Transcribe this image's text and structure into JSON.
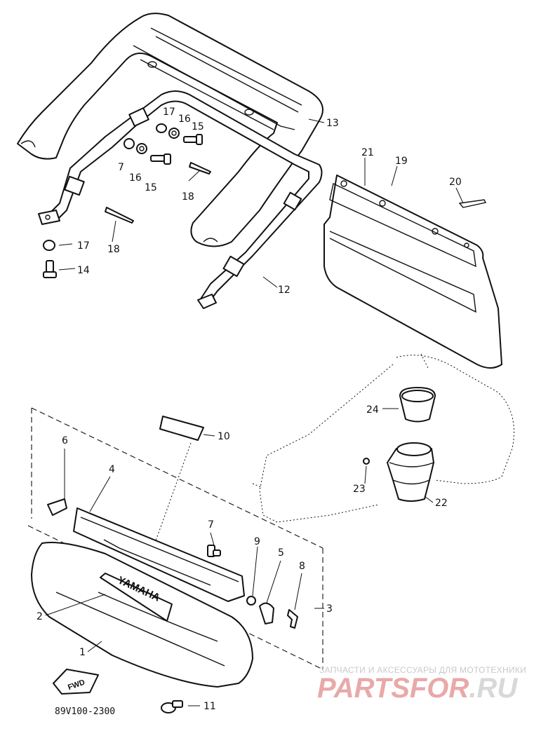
{
  "drawing_code": "89V100-2300",
  "parts": {
    "p1": "1",
    "p2": "2",
    "p3": "3",
    "p4": "4",
    "p5": "5",
    "p6": "6",
    "p7a": "7",
    "p7b": "7",
    "p8": "8",
    "p9": "9",
    "p10": "10",
    "p11": "11",
    "p12": "12",
    "p13": "13",
    "p14": "14",
    "p15a": "15",
    "p15b": "15",
    "p16a": "16",
    "p16b": "16",
    "p17a": "17",
    "p17b": "17",
    "p18a": "18",
    "p18b": "18",
    "p19": "19",
    "p20": "20",
    "p21": "21",
    "p22": "22",
    "p23": "23",
    "p24": "24"
  },
  "emblem_text": "YAMAHA",
  "fwd_text": "FWD",
  "watermark": {
    "tagline": "ЗАПЧАСТИ И АКСЕССУАРЫ ДЛЯ МОТОТЕХНИКИ",
    "logo": "PARTSFOR.RU"
  }
}
